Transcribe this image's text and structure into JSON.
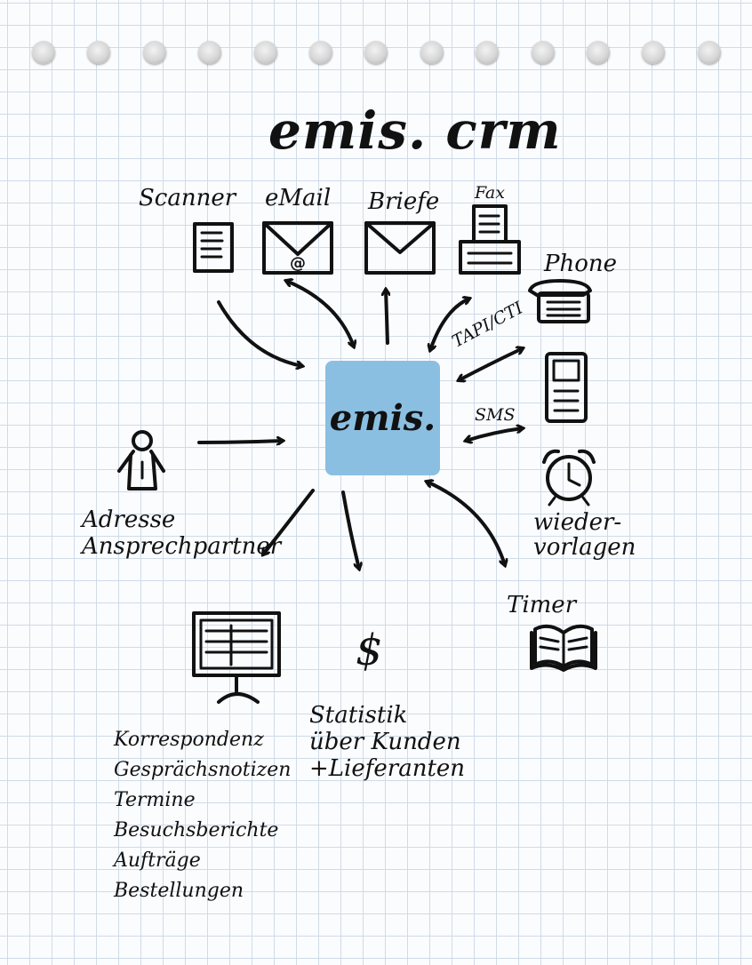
{
  "title": "emis. crm",
  "hub": {
    "label": "emis.",
    "color": "#8bbfe2"
  },
  "inputs": {
    "scanner": "Scanner",
    "email": "eMail",
    "briefe": "Briefe",
    "fax": "Fax",
    "phone": "Phone",
    "tapi": "TAPI/CTI",
    "sms": "SMS",
    "wiedervorlagen": "wieder-\nvorlagen",
    "adresse": "Adresse\nAnsprechpartner"
  },
  "outputs": {
    "timer": "Timer",
    "statistik": "Statistik\nüber Kunden\n+Lieferanten",
    "dokumente": "Korrespondenz\nGesprächsnotizen\nTermine\nBesuchsberichte\nAufträge\nBestellungen"
  },
  "icons": [
    "scanner-document-icon",
    "email-envelope-icon",
    "letter-envelope-icon",
    "fax-machine-icon",
    "desk-phone-icon",
    "mobile-phone-icon",
    "alarm-clock-icon",
    "person-icon",
    "monitor-icon",
    "dollar-icon",
    "open-book-icon"
  ]
}
